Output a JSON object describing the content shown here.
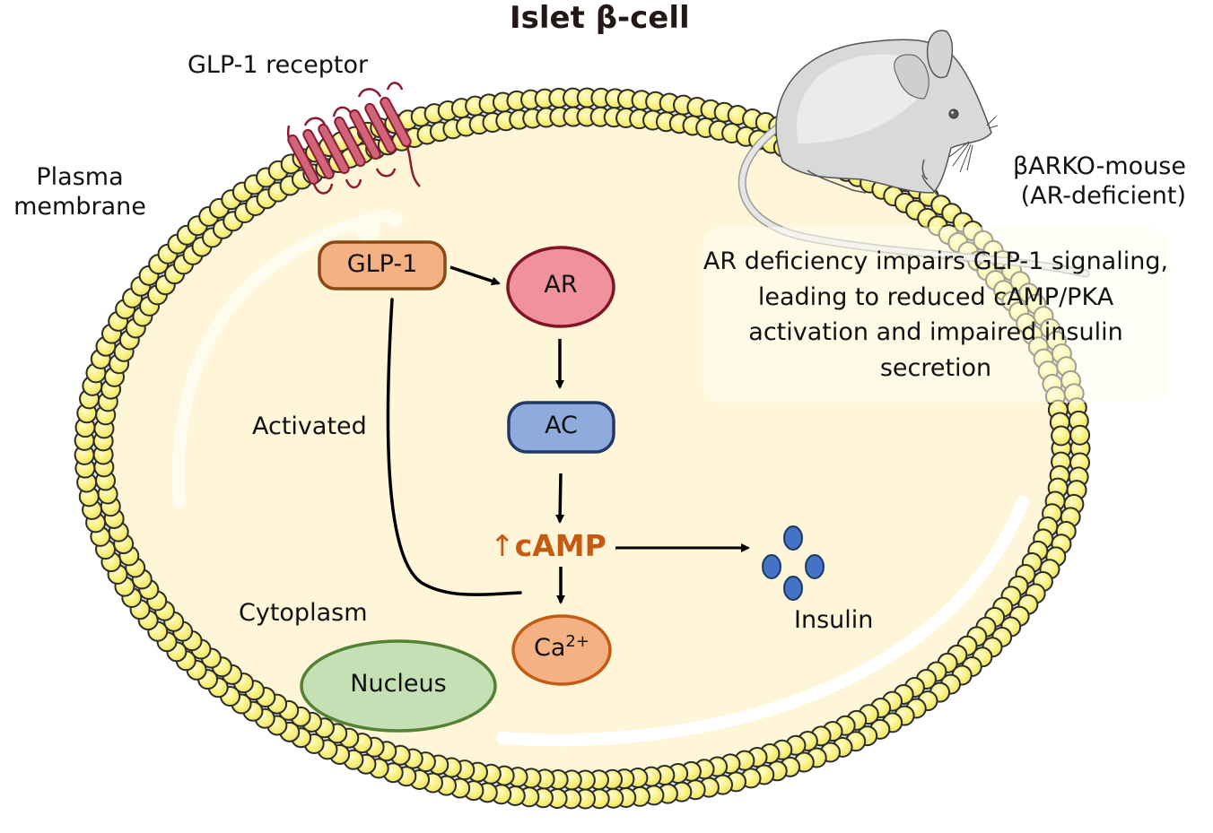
{
  "title": "Islet β-cell",
  "labels": {
    "glp1_receptor": "GLP-1 receptor",
    "plasma_membrane_line1": "Plasma",
    "plasma_membrane_line2": "membrane",
    "cytoplasm": "Cytoplasm",
    "activated": "Activated",
    "insulin": "Insulin",
    "mouse_line1": "βARKO-mouse",
    "mouse_line2": "(AR-deficient)"
  },
  "nodes": {
    "glp1": "GLP-1",
    "ar": "AR",
    "ac": "AC",
    "camp_arrow": "↑",
    "camp": "cAMP",
    "ca_base": "Ca",
    "ca_sup": "2+",
    "nucleus": "Nucleus"
  },
  "note": "AR deficiency impairs GLP-1 signaling, leading to reduced cAMP/PKA activation and impaired insulin secretion",
  "edges": [
    {
      "from": "GLP-1",
      "to": "AR",
      "type": "arrow"
    },
    {
      "from": "AR",
      "to": "AC",
      "type": "arrow"
    },
    {
      "from": "AC",
      "to": "cAMP",
      "type": "arrow"
    },
    {
      "from": "cAMP",
      "to": "Ca2+",
      "type": "arrow"
    },
    {
      "from": "cAMP",
      "to": "Insulin",
      "type": "arrow"
    },
    {
      "from": "GLP-1",
      "to": "Ca2+",
      "type": "line",
      "label": "Activated"
    }
  ],
  "colors": {
    "cytoplasm": "#fff5d9",
    "membrane_head": "#f9f27f",
    "membrane_core": "#e1e7ee",
    "glp1_fill": "#f4b183",
    "glp1_stroke": "#8a4a12",
    "ar_fill": "#f0919b",
    "ar_stroke": "#7f1425",
    "ac_fill": "#8faadc",
    "ac_stroke": "#203864",
    "camp": "#c55a11",
    "ca_fill": "#f4b183",
    "ca_stroke": "#c55a11",
    "nucleus_fill": "#c5e0b4",
    "nucleus_stroke": "#548235",
    "insulin": "#4472c4",
    "receptor": "#d06478"
  }
}
